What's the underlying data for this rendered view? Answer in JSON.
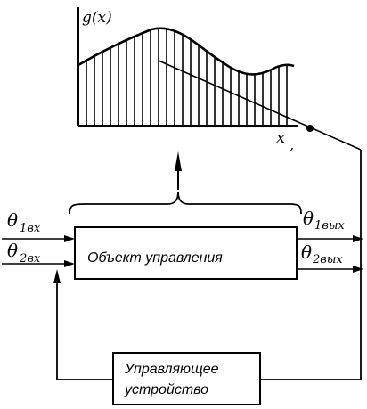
{
  "plot": {
    "ylabel": "g(x)",
    "xlabel": "x",
    "xlabel_suffix": ","
  },
  "inputs": {
    "theta1_base": "θ",
    "theta1_sub": "1вх",
    "theta2_base": "θ",
    "theta2_sub": "2вх"
  },
  "outputs": {
    "theta1_base": "θ",
    "theta1_sub": "1вых",
    "theta2_base": "θ",
    "theta2_sub": "2вых"
  },
  "object_block": {
    "label": "Объект управления"
  },
  "controller_block": {
    "line1": "Управляющее",
    "line2": "устройство"
  }
}
